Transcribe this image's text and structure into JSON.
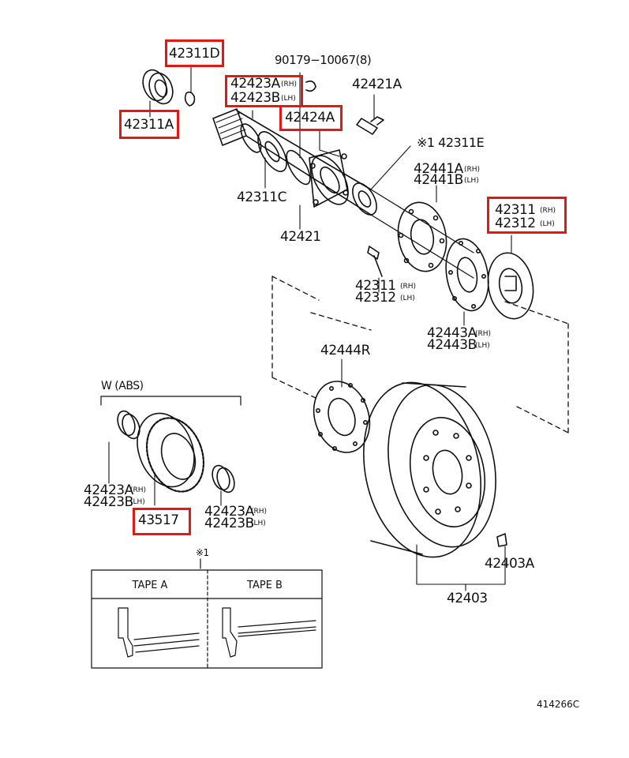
{
  "accent_color": "#e01818",
  "labels": {
    "p42311D": "42311D",
    "p90179": "90179−10067(8)",
    "p42423A_top": "42423A",
    "p42423A_top_rh": "(RH)",
    "p42423B_top": "42423B",
    "p42423B_top_lh": "(LH)",
    "p42421A": "42421A",
    "p42311A": "42311A",
    "p42424A": "42424A",
    "p42311E": "※1 42311E",
    "p42311C": "42311C",
    "p42441A": "42441A",
    "p42441A_rh": "(RH)",
    "p42441B": "42441B",
    "p42441B_lh": "(LH)",
    "p42311": "42311",
    "p42311_rh": "(RH)",
    "p42312": "42312",
    "p42312_lh": "(LH)",
    "p42421": "42421",
    "p42311_mid": "42311",
    "p42311_mid_rh": "(RH)",
    "p42312_mid": "42312",
    "p42312_mid_lh": "(LH)",
    "p42443A": "42443A",
    "p42443A_rh": "(RH)",
    "p42443B": "42443B",
    "p42443B_lh": "(LH)",
    "p42444R": "42444R",
    "w_abs": "W (ABS)",
    "p42423A_l": "42423A",
    "p42423A_l_rh": "(RH)",
    "p42423B_l": "42423B",
    "p42423B_l_lh": "(LH)",
    "p42423A_r": "42423A",
    "p42423A_r_rh": "(RH)",
    "p42423B_r": "42423B",
    "p42423B_r_lh": "(LH)",
    "p43517": "43517",
    "p42403A": "42403A",
    "p42403": "42403",
    "note_mark": "※1",
    "tape_a": "TAPE  A",
    "tape_b": "TAPE  B",
    "ref_code": "414266C"
  }
}
